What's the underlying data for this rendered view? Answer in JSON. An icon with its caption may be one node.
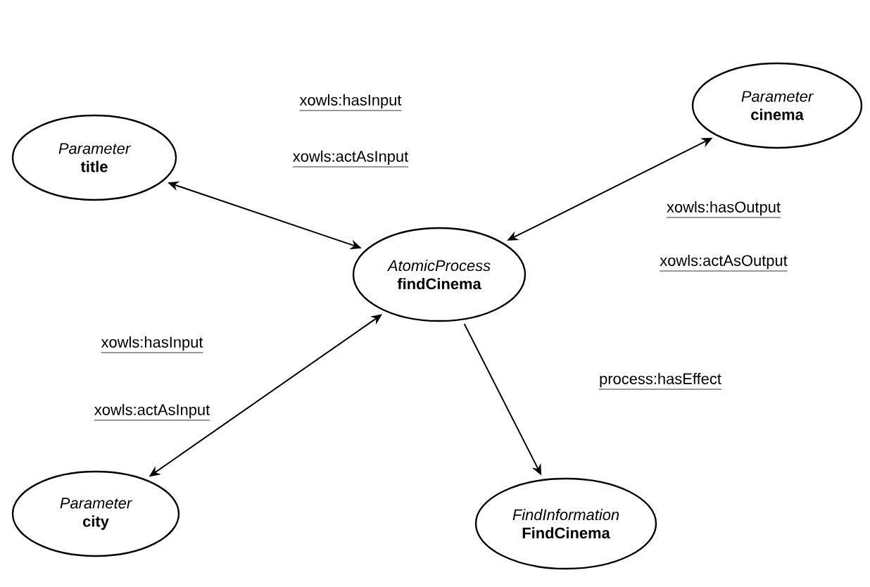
{
  "diagram": {
    "nodes": [
      {
        "text": [
          "Parameter",
          "title"
        ]
      },
      {
        "text": [
          "Parameter",
          "cinema"
        ]
      },
      {
        "text": [
          "AtomicProcess",
          "findCinema"
        ]
      },
      {
        "text": [
          "Parameter",
          "city"
        ]
      },
      {
        "text": [
          "FindInformation",
          "FindCinema"
        ]
      }
    ],
    "edges": [
      {
        "from": 0,
        "to": 2,
        "arrow": "both"
      },
      {
        "from": 1,
        "to": 2,
        "arrow": "both"
      },
      {
        "from": 3,
        "to": 2,
        "arrow": "both"
      },
      {
        "from": 2,
        "to": 4,
        "arrow": "to"
      }
    ],
    "labels": [
      "xowls:hasInput",
      "xowls:actAsInput",
      "xowls:hasOutput",
      "xowls:actAsOutput",
      "xowls:hasInput",
      "xowls:actAsInput",
      "process:hasEffect"
    ]
  }
}
